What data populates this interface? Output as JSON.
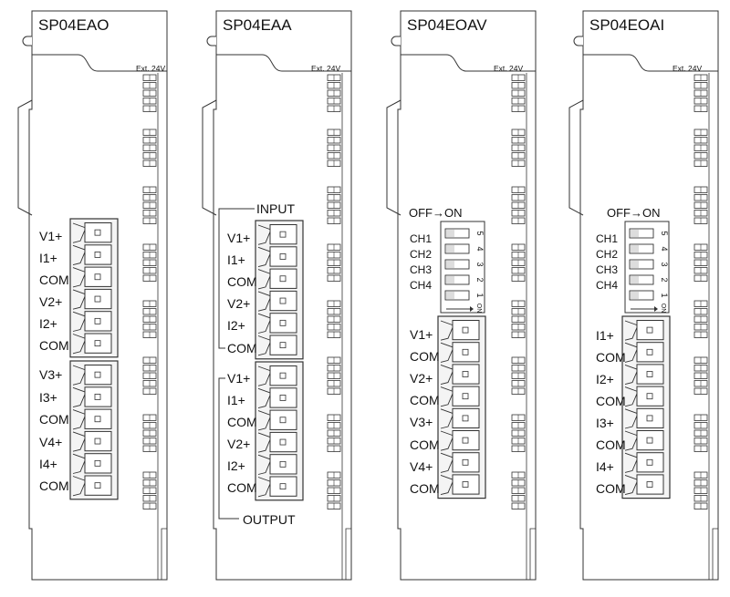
{
  "colors": {
    "outline": "#333333",
    "pin_fill": "#ffffff",
    "terminal_bg": "#f4f4f4"
  },
  "modules": [
    {
      "id": "m1",
      "title": "SP04EAO",
      "ext_label": "Ext. 24V",
      "blocks": [
        [
          "V1+",
          "I1+",
          "COM",
          "V2+",
          "I2+",
          "COM"
        ],
        [
          "V3+",
          "I3+",
          "COM",
          "V4+",
          "I4+",
          "COM"
        ]
      ]
    },
    {
      "id": "m2",
      "title": "SP04EAA",
      "ext_label": "Ext. 24V",
      "input_label": "INPUT",
      "output_label": "OUTPUT",
      "blocks": [
        [
          "V1+",
          "I1+",
          "COM",
          "V2+",
          "I2+",
          "COM"
        ],
        [
          "V1+",
          "I1+",
          "COM",
          "V2+",
          "I2+",
          "COM"
        ]
      ]
    },
    {
      "id": "m3",
      "title": "SP04EOAV",
      "ext_label": "Ext. 24V",
      "dip": {
        "header": "OFF→ON",
        "channels": [
          "CH1",
          "CH2",
          "CH3",
          "CH4"
        ],
        "numbers": [
          "5",
          "4",
          "3",
          "2",
          "1"
        ],
        "on_label": "ON"
      },
      "blocks": [
        [
          "V1+",
          "COM",
          "V2+",
          "COM",
          "V3+",
          "COM",
          "V4+",
          "COM"
        ]
      ]
    },
    {
      "id": "m4",
      "title": "SP04EOAI",
      "ext_label": "Ext. 24V",
      "dip": {
        "header": "OFF→ON",
        "channels": [
          "CH1",
          "CH2",
          "CH3",
          "CH4"
        ],
        "numbers": [
          "5",
          "4",
          "3",
          "2",
          "1"
        ],
        "on_label": "ON"
      },
      "blocks": [
        [
          "I1+",
          "COM",
          "I2+",
          "COM",
          "I3+",
          "COM",
          "I4+",
          "COM"
        ]
      ]
    }
  ]
}
